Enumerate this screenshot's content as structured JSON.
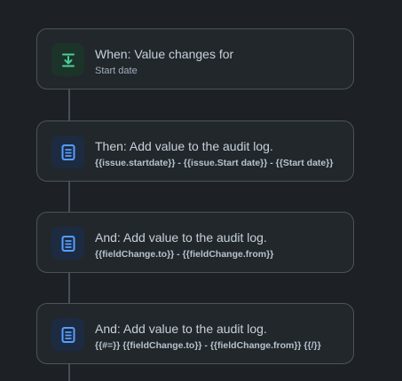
{
  "flow": {
    "trigger": {
      "title": "When: Value changes for",
      "subtitle": "Start date",
      "icon": "download-arrow-icon",
      "accent": "#4bce97"
    },
    "actions": [
      {
        "title": "Then: Add value to the audit log.",
        "subtitle": "{{issue.startdate}} - {{issue.Start date}} - {{Start date}}",
        "icon": "document-icon"
      },
      {
        "title": "And: Add value to the audit log.",
        "subtitle": "{{fieldChange.to}} - {{fieldChange.from}}",
        "icon": "document-icon"
      },
      {
        "title": "And: Add value to the audit log.",
        "subtitle": "{{#=}} {{fieldChange.to}} - {{fieldChange.from}} {{/}}",
        "icon": "document-icon"
      }
    ],
    "colors": {
      "background": "#1d2125",
      "card": "#22272b",
      "card_border": "#4a545e",
      "connector": "#454f59",
      "action_icon": "#579dff"
    }
  }
}
